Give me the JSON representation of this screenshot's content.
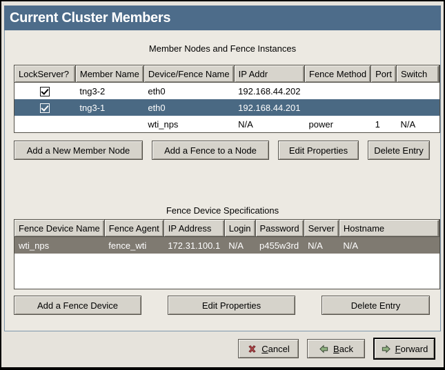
{
  "window": {
    "title": "Current Cluster Members"
  },
  "colors": {
    "titlebar": "#4d6c8a",
    "selection_focused_blue": "#4a6983",
    "selection_unfocused_gray": "#7f7a71",
    "dialog_background": "#ece9e2"
  },
  "members_section": {
    "caption": "Member Nodes and Fence Instances",
    "columns": [
      "LockServer?",
      "Member Name",
      "Device/Fence Name",
      "IP Addr",
      "Fence Method",
      "Port",
      "Switch"
    ],
    "rows": [
      {
        "checkbox": true,
        "selected": false,
        "cells": [
          "",
          "tng3-2",
          "eth0",
          "192.168.44.202",
          "",
          "",
          ""
        ]
      },
      {
        "checkbox": true,
        "selected": true,
        "cells": [
          "",
          "tng3-1",
          "eth0",
          "192.168.44.201",
          "",
          "",
          ""
        ]
      },
      {
        "checkbox": null,
        "selected": false,
        "cells": [
          "",
          "",
          "wti_nps",
          "N/A",
          "power",
          "1",
          "N/A"
        ]
      }
    ],
    "buttons": [
      "Add a New Member Node",
      "Add a Fence to a Node",
      "Edit Properties",
      "Delete Entry"
    ]
  },
  "fence_section": {
    "caption": "Fence Device Specifications",
    "columns": [
      "Fence Device Name",
      "Fence Agent",
      "IP Address",
      "Login",
      "Password",
      "Server",
      "Hostname"
    ],
    "rows": [
      {
        "checkbox": null,
        "selected": true,
        "cells": [
          "wti_nps",
          "fence_wti",
          "172.31.100.1",
          "N/A",
          "p455w3rd",
          "N/A",
          "N/A"
        ]
      }
    ],
    "buttons": [
      "Add a Fence Device",
      "Edit Properties",
      "Delete Entry"
    ]
  },
  "footer": {
    "buttons": [
      {
        "label": "Cancel",
        "icon": "red-x-icon"
      },
      {
        "label": "Back",
        "icon": "green-arrow-left-icon"
      },
      {
        "label": "Forward",
        "icon": "green-arrow-right-icon"
      }
    ]
  }
}
